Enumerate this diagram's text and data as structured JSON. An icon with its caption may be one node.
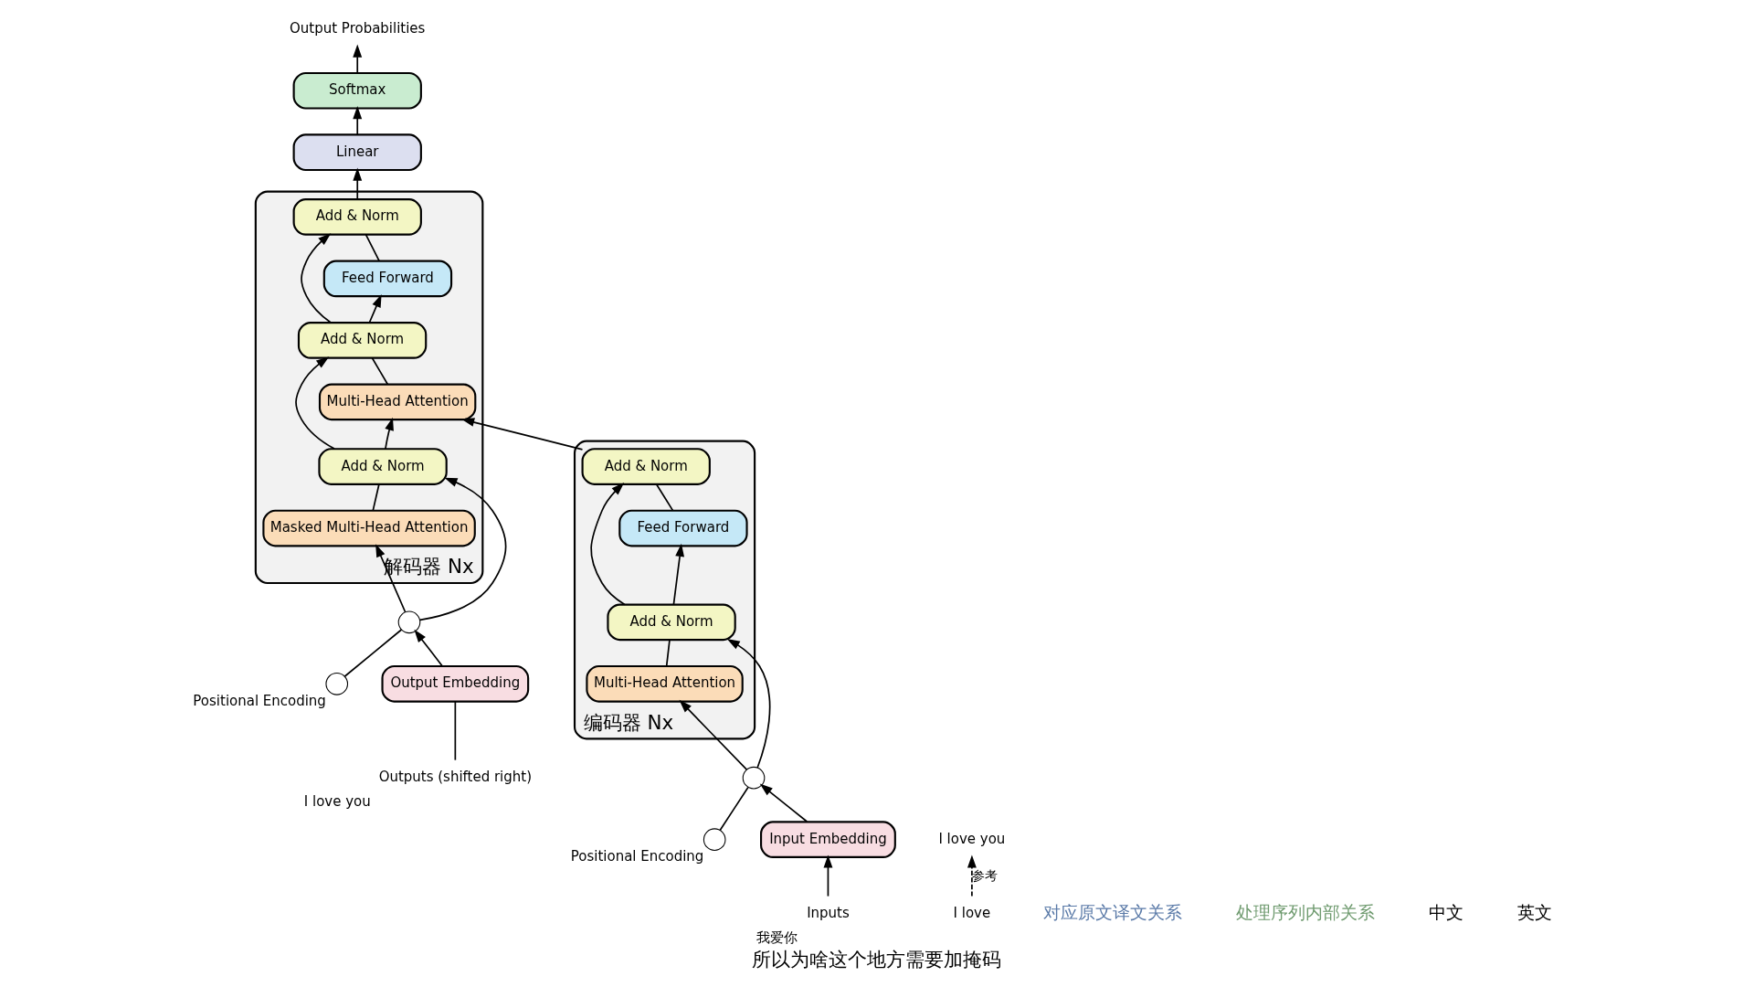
{
  "diagram": {
    "caption": "所以为啥这个地方需要加掩码",
    "nodes": [
      {
        "text": [
          "Nx"
        ],
        "beside": [
          "编码器"
        ]
      },
      {
        "text": [
          "Add & Norm"
        ],
        "in": 0
      },
      {
        "text": [
          "Feed Forward"
        ],
        "in": 0
      },
      {
        "text": [
          "Add & Norm"
        ],
        "in": 0
      },
      {
        "text": [
          "Multi-Head Attention"
        ],
        "in": 0
      },
      {
        "text": [],
        "shape": "circle"
      },
      {
        "text": [],
        "shape": "circle",
        "beside": [
          "Positional Encoding"
        ]
      },
      {
        "text": [
          "Input Embedding"
        ]
      },
      {
        "text": [
          "Inputs"
        ],
        "beside": [
          "我爱你"
        ]
      },
      {
        "text": [
          "Nx"
        ],
        "beside": [
          "解码器"
        ]
      },
      {
        "text": [
          "Add & Norm"
        ],
        "in": 9
      },
      {
        "text": [
          "Feed Forward"
        ],
        "in": 9
      },
      {
        "text": [
          "Add & Norm"
        ],
        "in": 9
      },
      {
        "text": [
          "Multi-Head Attention"
        ],
        "in": 9
      },
      {
        "text": [
          "Add & Norm"
        ],
        "in": 9
      },
      {
        "text": [
          "Masked Multi-Head Attention"
        ],
        "in": 9
      },
      {
        "text": [],
        "shape": "circle"
      },
      {
        "text": [],
        "shape": "circle",
        "beside": [
          "Positional Encoding"
        ]
      },
      {
        "text": [
          "Output Embedding"
        ]
      },
      {
        "text": [
          "Outputs (shifted right)"
        ],
        "beside": [
          "I love you"
        ]
      },
      {
        "text": [
          "Linear"
        ]
      },
      {
        "text": [
          "Softmax"
        ]
      },
      {
        "text": [
          "Output Probabilities"
        ]
      },
      {
        "text": [
          "I love"
        ]
      },
      {
        "text": [
          "I love you"
        ]
      }
    ],
    "edges": [
      {
        "from": 8,
        "to": 7,
        "arrow": "to"
      },
      {
        "from": 7,
        "to": 5,
        "arrow": "to"
      },
      {
        "from": 6,
        "to": 5,
        "arrow": "none"
      },
      {
        "from": 5,
        "to": 4,
        "arrow": "to"
      },
      {
        "from": 5,
        "to": 3,
        "arrow": "to"
      },
      {
        "from": 4,
        "to": 3,
        "arrow": "none"
      },
      {
        "from": 3,
        "to": 2,
        "arrow": "to"
      },
      {
        "from": 3,
        "to": 1,
        "arrow": "to"
      },
      {
        "from": 2,
        "to": 1,
        "arrow": "none"
      },
      {
        "from": 1,
        "to": 13,
        "arrow": "to"
      },
      {
        "from": 19,
        "to": 18,
        "arrow": "none"
      },
      {
        "from": 18,
        "to": 16,
        "arrow": "to"
      },
      {
        "from": 17,
        "to": 16,
        "arrow": "none"
      },
      {
        "from": 16,
        "to": 15,
        "arrow": "to"
      },
      {
        "from": 16,
        "to": 14,
        "arrow": "to"
      },
      {
        "from": 15,
        "to": 14,
        "arrow": "none"
      },
      {
        "from": 14,
        "to": 13,
        "arrow": "to"
      },
      {
        "from": 14,
        "to": 12,
        "arrow": "to"
      },
      {
        "from": 13,
        "to": 12,
        "arrow": "none"
      },
      {
        "from": 12,
        "to": 11,
        "arrow": "to"
      },
      {
        "from": 12,
        "to": 10,
        "arrow": "to"
      },
      {
        "from": 11,
        "to": 10,
        "arrow": "none"
      },
      {
        "from": 10,
        "to": 20,
        "arrow": "to"
      },
      {
        "from": 20,
        "to": 21,
        "arrow": "to"
      },
      {
        "from": 21,
        "to": 22,
        "arrow": "to"
      },
      {
        "from": 23,
        "to": 24,
        "arrow": "to",
        "label": "参考",
        "style": "dashed"
      }
    ],
    "labels": [
      "对应原文译文关系",
      "处理序列内部关系",
      "中文",
      "英文"
    ]
  }
}
